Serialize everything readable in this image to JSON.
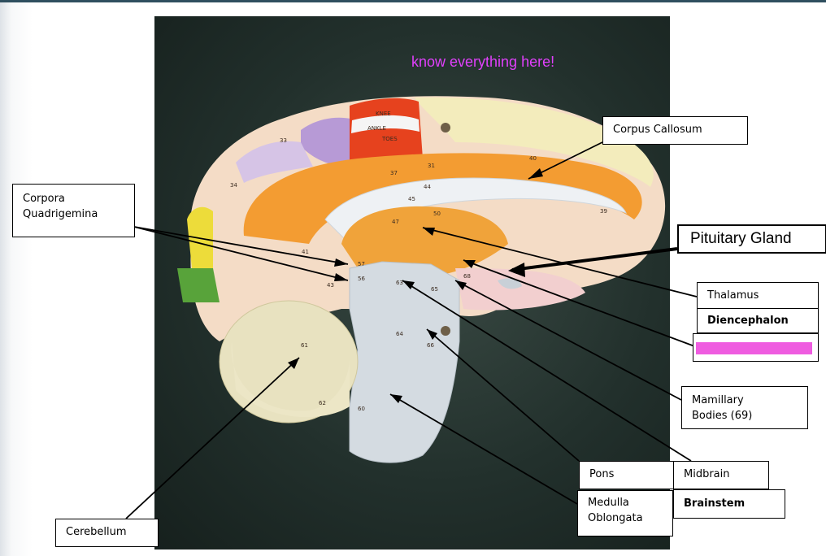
{
  "note": "know everything here!",
  "labels": {
    "corpus_callosum": "Corpus Callosum",
    "corpora_quadrigemina": "Corpora\nQuadrigemina",
    "pituitary_gland": "Pituitary Gland",
    "thalamus": "Thalamus",
    "diencephalon": "Diencephalon",
    "mamillary_bodies": "Mamillary\nBodies (69)",
    "pons": "Pons",
    "midbrain": "Midbrain",
    "medulla_oblongata": "Medulla\nOblongata",
    "brainstem": "Brainstem",
    "cerebellum": "Cerebellum"
  },
  "model_text": {
    "knee": "KNEE",
    "ankle": "ANKLE",
    "toes": "TOES",
    "region_numbers": [
      "33",
      "34",
      "37",
      "31",
      "40",
      "44",
      "45",
      "47",
      "50",
      "39",
      "41",
      "43",
      "57",
      "56",
      "63",
      "65",
      "66",
      "61",
      "62",
      "60",
      "64",
      "68"
    ]
  },
  "colors": {
    "note": "#e040fb",
    "highlight": "#ef5ce0",
    "cortex_orange": "#f39c32",
    "brainstem_gray": "#d4dbe1",
    "cerebellum_cream": "#e8e2c0"
  }
}
